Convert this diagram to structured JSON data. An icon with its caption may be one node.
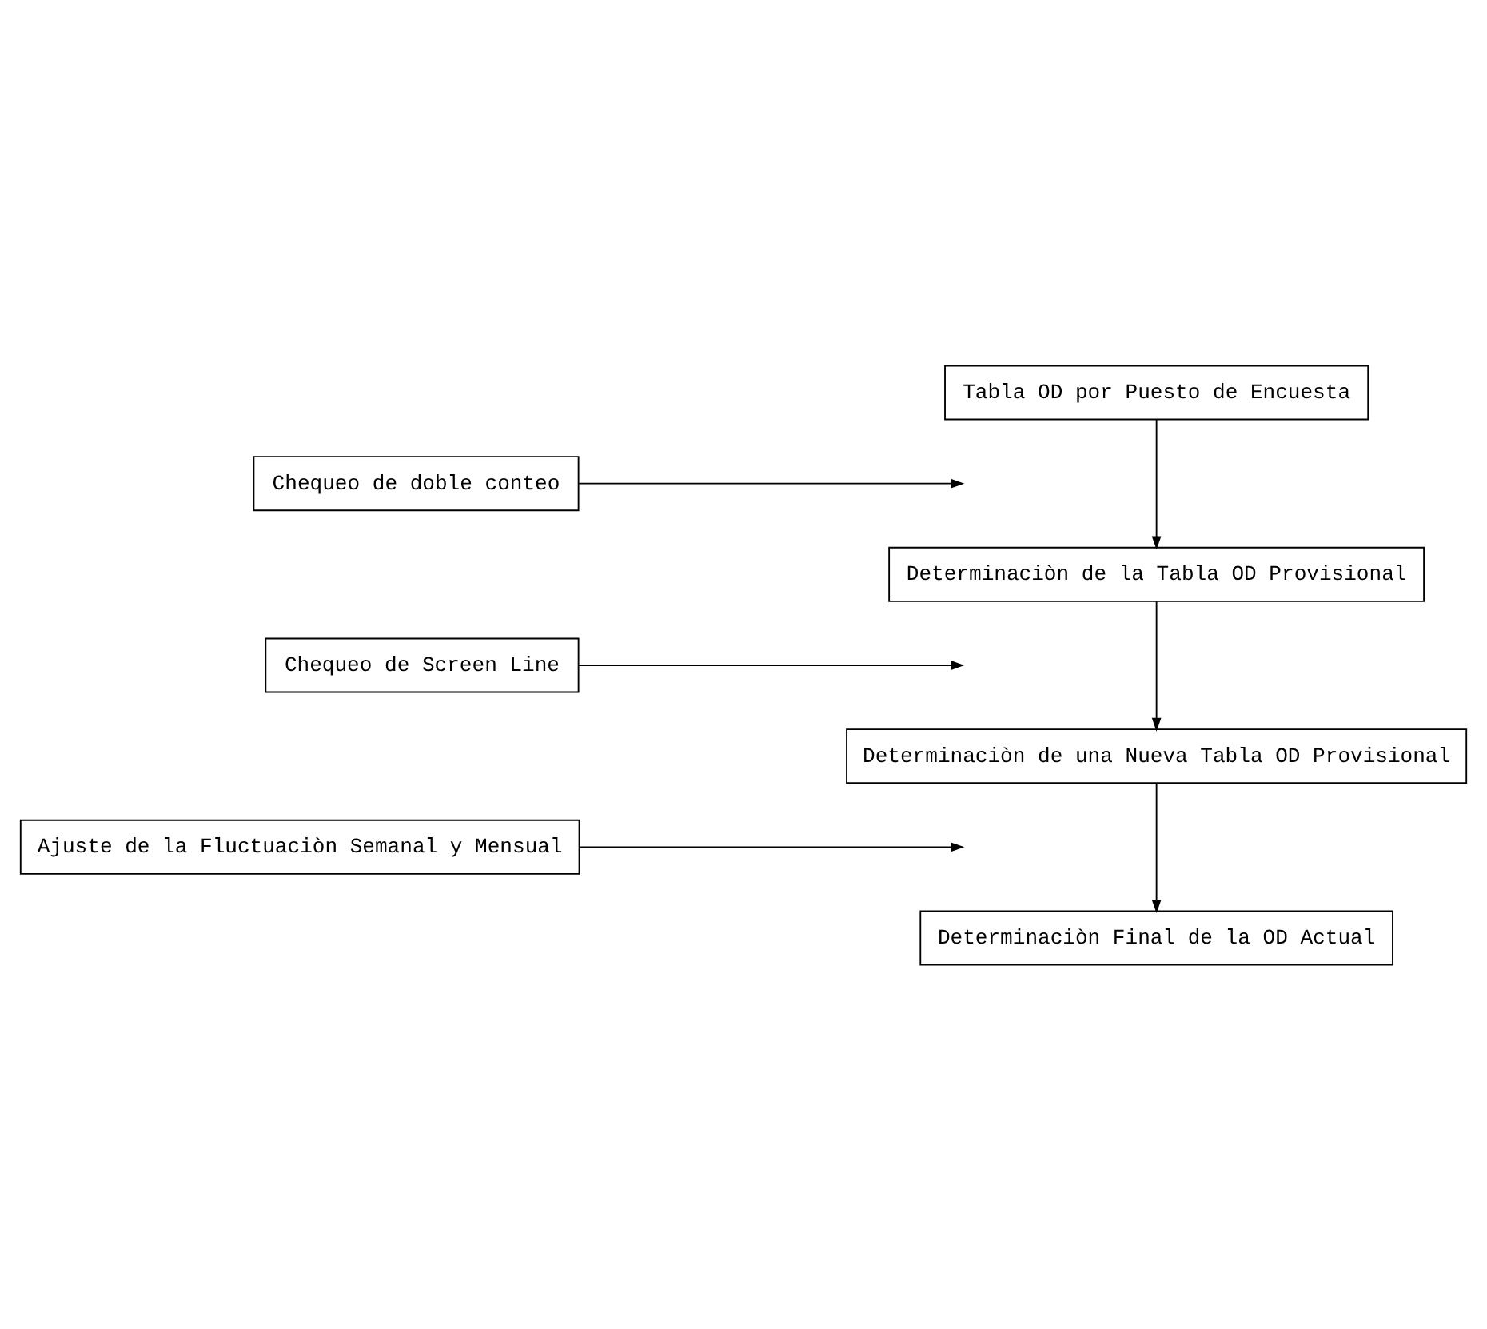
{
  "diagram": {
    "nodes": [
      {
        "text": [
          "Tabla OD por Puesto de Encuesta"
        ]
      },
      {
        "text": [
          "Chequeo de doble conteo"
        ]
      },
      {
        "text": [
          "Determinaciòn de la Tabla OD Provisional"
        ]
      },
      {
        "text": [
          "Chequeo de Screen Line"
        ]
      },
      {
        "text": [
          "Determinaciòn de una Nueva Tabla OD Provisional"
        ]
      },
      {
        "text": [
          "Ajuste de la Fluctuaciòn Semanal y Mensual"
        ]
      },
      {
        "text": [
          "Determinaciòn Final de la OD Actual"
        ]
      }
    ],
    "edges": [
      {
        "from": 0,
        "to": 2,
        "arrow": "to"
      },
      {
        "from": 1,
        "to": null,
        "arrow": "to"
      },
      {
        "from": 2,
        "to": 4,
        "arrow": "to"
      },
      {
        "from": 3,
        "to": null,
        "arrow": "to"
      },
      {
        "from": 4,
        "to": 6,
        "arrow": "to"
      },
      {
        "from": 5,
        "to": null,
        "arrow": "to"
      }
    ]
  }
}
